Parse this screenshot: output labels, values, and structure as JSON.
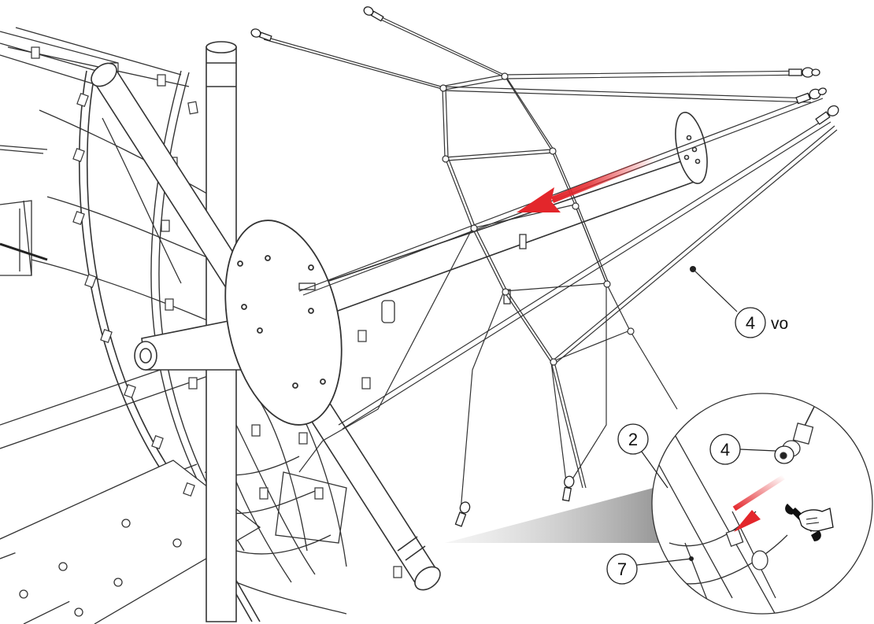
{
  "callouts": {
    "main_rope": {
      "number": "4",
      "suffix": "vo"
    },
    "detail_connector": {
      "number": "4"
    },
    "detail_post": {
      "number": "2"
    },
    "detail_clamp": {
      "number": "7"
    }
  },
  "colors": {
    "line": "#333333",
    "arrow": "#e3262b",
    "background": "#ffffff"
  },
  "icons": [
    "wrench-hand-icon",
    "red-direction-arrow",
    "magnifier-detail"
  ]
}
